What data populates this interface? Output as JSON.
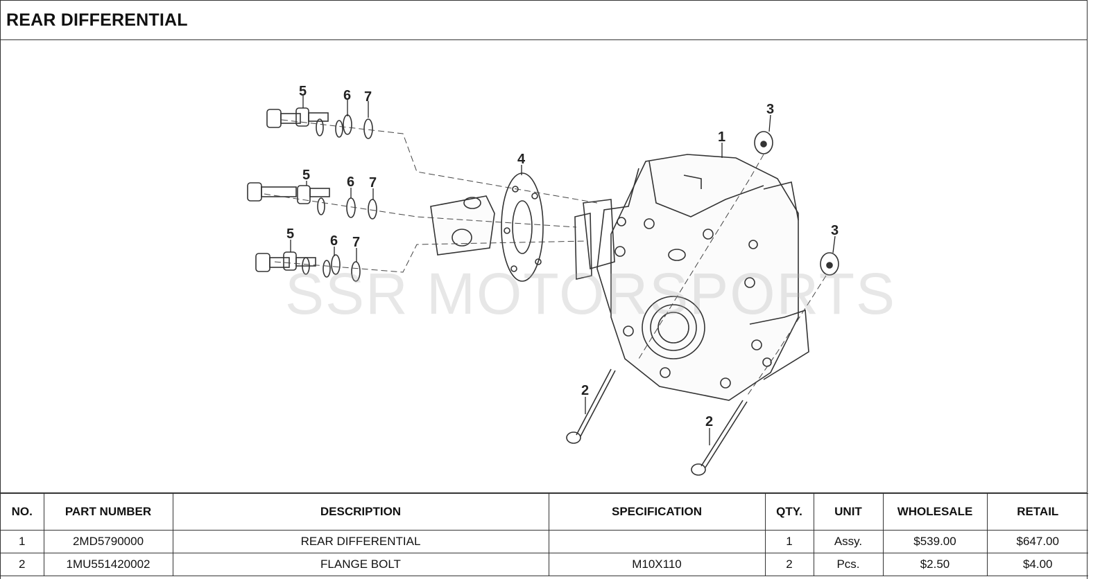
{
  "page": {
    "title": "REAR DIFFERENTIAL",
    "watermark": "SSR MOTORSPORTS"
  },
  "diagram": {
    "callouts": [
      "1",
      "2",
      "2",
      "3",
      "3",
      "4",
      "5",
      "5",
      "5",
      "6",
      "6",
      "6",
      "7",
      "7",
      "7"
    ]
  },
  "table": {
    "headers": [
      "NO.",
      "PART NUMBER",
      "DESCRIPTION",
      "SPECIFICATION",
      "QTY.",
      "UNIT",
      "WHOLESALE",
      "RETAIL"
    ],
    "rows": [
      [
        "1",
        "2MD5790000",
        "REAR DIFFERENTIAL",
        "",
        "1",
        "Assy.",
        "$539.00",
        "$647.00"
      ],
      [
        "2",
        "1MU551420002",
        "FLANGE BOLT",
        "M10X110",
        "2",
        "Pcs.",
        "$2.50",
        "$4.00"
      ]
    ]
  }
}
